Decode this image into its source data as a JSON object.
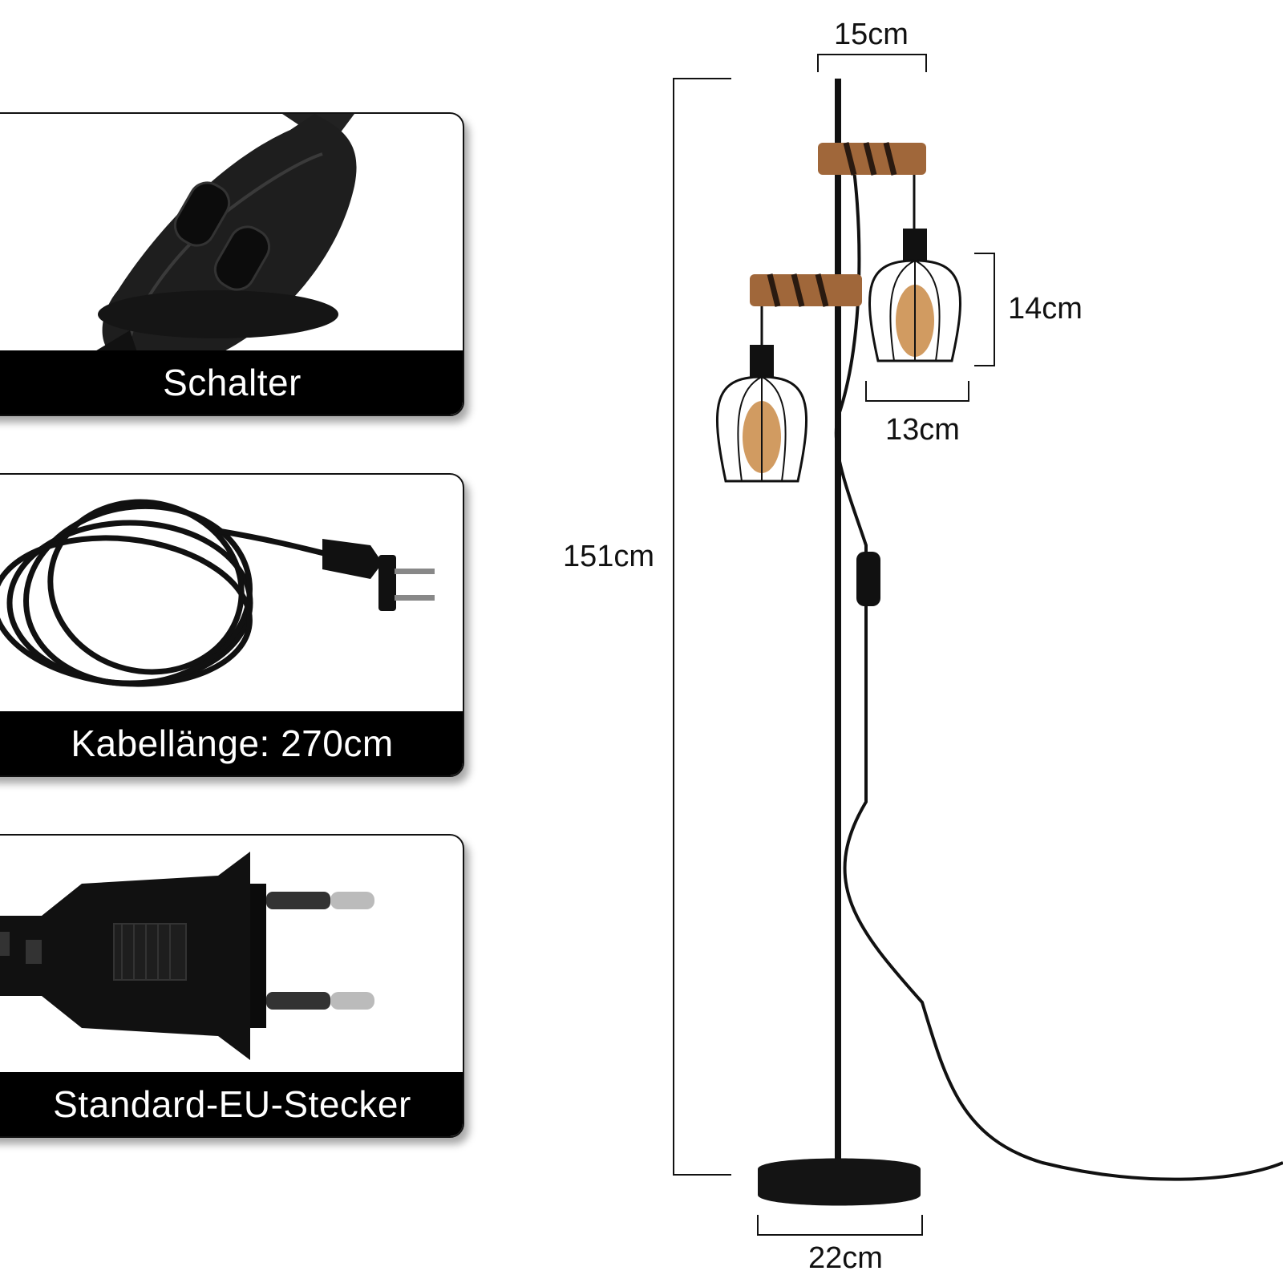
{
  "features": [
    {
      "label": "Schalter",
      "icon": "rocker-switch-icon"
    },
    {
      "label": "Kabellänge: 270cm",
      "icon": "coiled-cable-icon"
    },
    {
      "label": "Standard-EU-Stecker",
      "icon": "eu-plug-icon"
    }
  ],
  "dimensions": {
    "top_width": "15cm",
    "total_height": "151cm",
    "shade_height": "14cm",
    "shade_width": "13cm",
    "base_width": "22cm"
  },
  "colors": {
    "metal": "#111111",
    "wood": "#a0673a",
    "bulb": "#c98a45"
  }
}
